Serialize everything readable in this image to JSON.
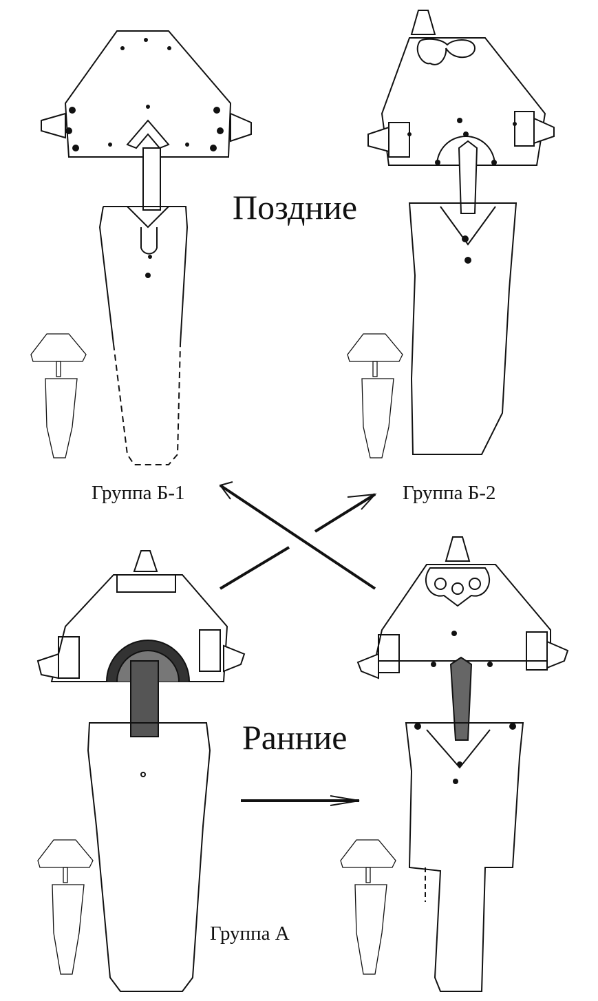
{
  "labels": {
    "late": "Поздние",
    "early": "Ранние",
    "group_b1": "Группа Б-1",
    "group_b2": "Группа Б-2",
    "group_a": "Группа А"
  }
}
